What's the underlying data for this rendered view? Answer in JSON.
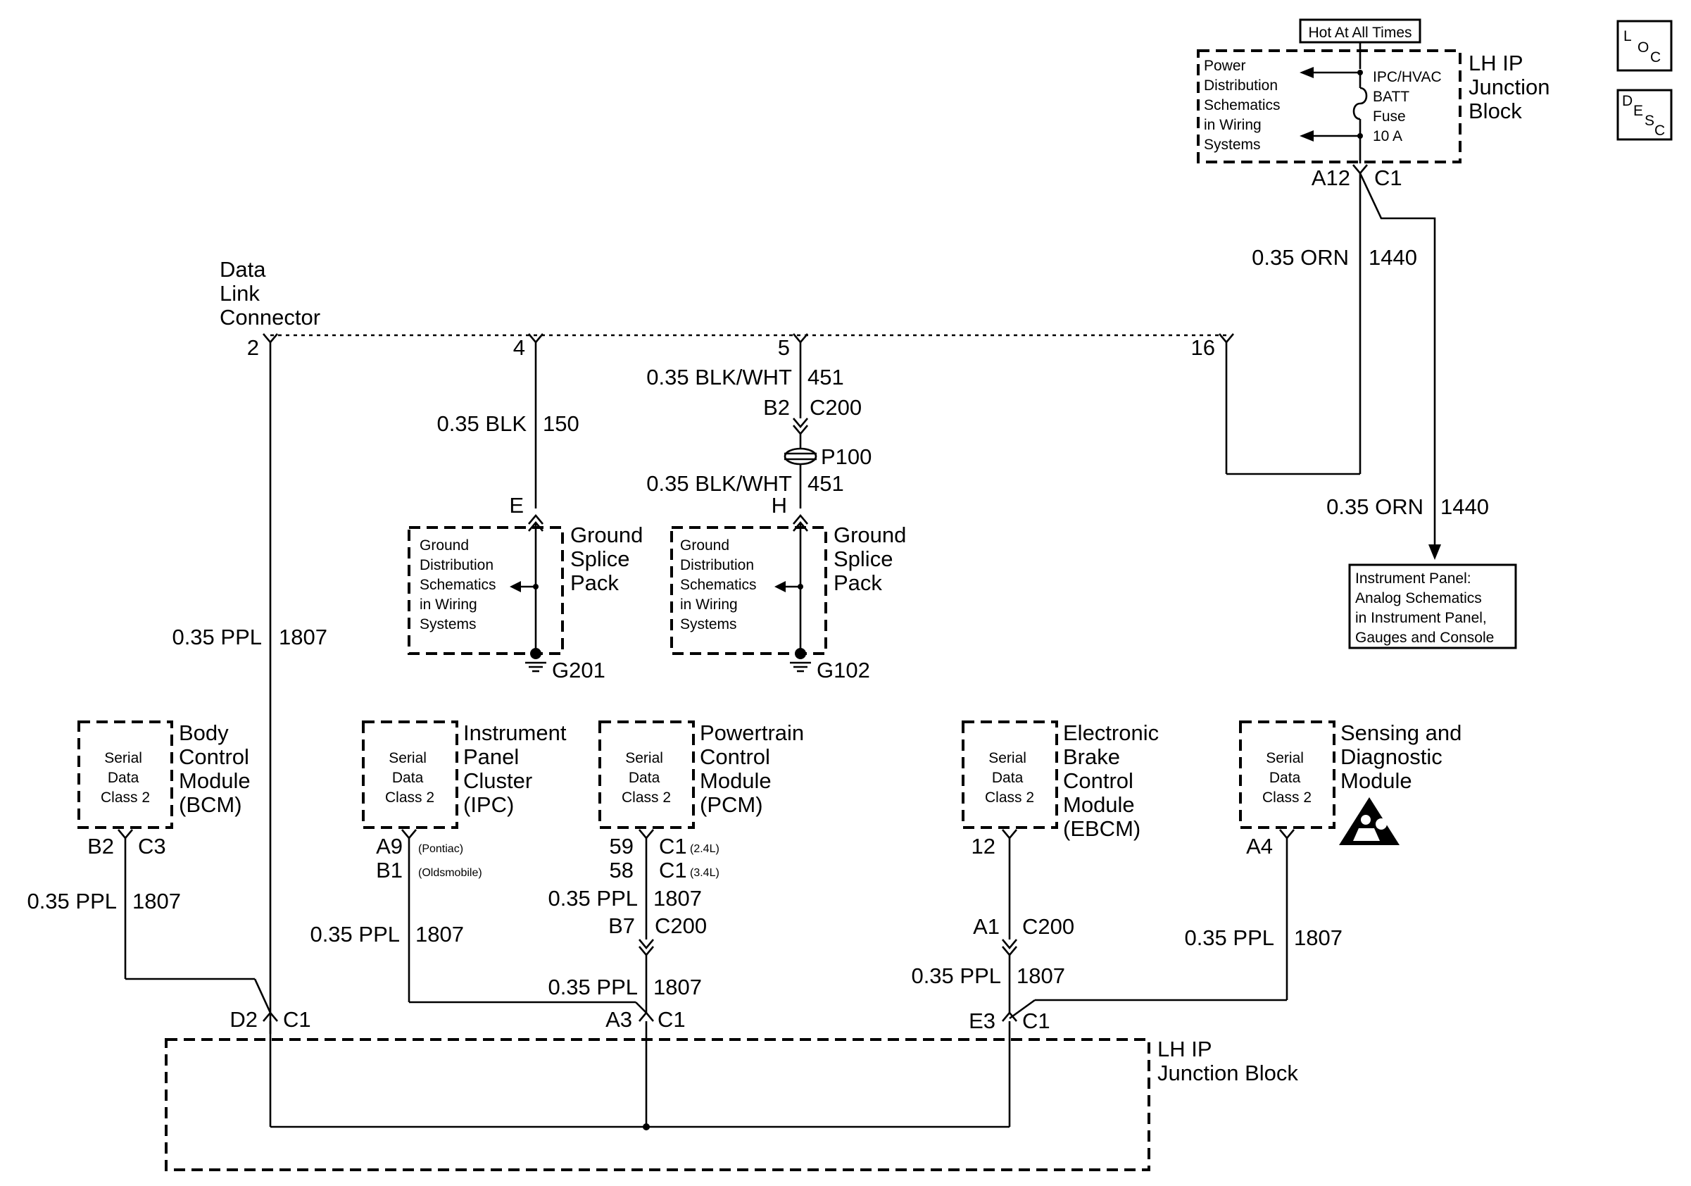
{
  "fuse_header": {
    "hot_label": "Hot At All Times",
    "junction_title": [
      "LH IP",
      "Junction",
      "Block"
    ],
    "power_dist_note": [
      "Power",
      "Distribution",
      "Schematics",
      "in Wiring",
      "Systems"
    ],
    "fuse_label": [
      "IPC/HVAC",
      "BATT",
      "Fuse",
      "10 A"
    ],
    "pin": "A12",
    "connector": "C1"
  },
  "corner_icons": {
    "loc": [
      "L",
      "O",
      "C"
    ],
    "desc": [
      "D",
      "E",
      "S",
      "C"
    ]
  },
  "orn_wires": {
    "upper_gauge": "0.35 ORN",
    "upper_circuit": "1440",
    "lower_gauge": "0.35 ORN",
    "lower_circuit": "1440"
  },
  "instrument_panel_ref": [
    "Instrument Panel:",
    "Analog Schematics",
    "in Instrument Panel,",
    "Gauges and Console"
  ],
  "dlc": {
    "title": [
      "Data",
      "Link",
      "Connector"
    ],
    "pins": [
      "2",
      "4",
      "5",
      "16"
    ]
  },
  "ground_left": {
    "gauge": "0.35 BLK",
    "circuit": "150",
    "pin": "E",
    "note": [
      "Ground",
      "Distribution",
      "Schematics",
      "in Wiring",
      "Systems"
    ],
    "title": [
      "Ground",
      "Splice",
      "Pack"
    ],
    "ground": "G201"
  },
  "ground_right": {
    "upper_gauge": "0.35 BLK/WHT",
    "upper_circuit": "451",
    "conn_pin": "B2",
    "conn": "C200",
    "splice": "P100",
    "lower_gauge": "0.35 BLK/WHT",
    "lower_circuit": "451",
    "pin": "H",
    "note": [
      "Ground",
      "Distribution",
      "Schematics",
      "in Wiring",
      "Systems"
    ],
    "title": [
      "Ground",
      "Splice",
      "Pack"
    ],
    "ground": "G102"
  },
  "dlc_wire": {
    "gauge": "0.35 PPL",
    "circuit": "1807"
  },
  "serial_label": [
    "Serial",
    "Data",
    "Class 2"
  ],
  "modules": {
    "bcm": {
      "title": [
        "Body",
        "Control",
        "Module",
        "(BCM)"
      ],
      "pin": "B2",
      "conn": "C3",
      "gauge": "0.35 PPL",
      "circuit": "1807"
    },
    "ipc": {
      "title": [
        "Instrument",
        "Panel",
        "Cluster",
        "(IPC)"
      ],
      "pin_a": "A9",
      "note_a": "(Pontiac)",
      "pin_b": "B1",
      "note_b": "(Oldsmobile)",
      "gauge": "0.35 PPL",
      "circuit": "1807"
    },
    "pcm": {
      "title": [
        "Powertrain",
        "Control",
        "Module",
        "(PCM)"
      ],
      "pin_a": "59",
      "conn_a": "C1",
      "note_a": "(2.4L)",
      "pin_b": "58",
      "conn_b": "C1",
      "note_b": "(3.4L)",
      "gauge": "0.35 PPL",
      "circuit": "1807",
      "c200_pin": "B7",
      "c200": "C200",
      "lower_gauge": "0.35 PPL",
      "lower_circuit": "1807"
    },
    "ebcm": {
      "title": [
        "Electronic",
        "Brake",
        "Control",
        "Module",
        "(EBCM)"
      ],
      "pin": "12",
      "c200_pin": "A1",
      "c200": "C200",
      "gauge": "0.35 PPL",
      "circuit": "1807"
    },
    "sdm": {
      "title": [
        "Sensing and",
        "Diagnostic",
        "Module"
      ],
      "pin": "A4",
      "gauge": "0.35 PPL",
      "circuit": "1807"
    }
  },
  "bottom_block": {
    "title": [
      "LH IP",
      "Junction Block"
    ],
    "d2": "D2",
    "a3": "A3",
    "e3": "E3",
    "c1_a": "C1",
    "c1_b": "C1",
    "c1_c": "C1"
  }
}
